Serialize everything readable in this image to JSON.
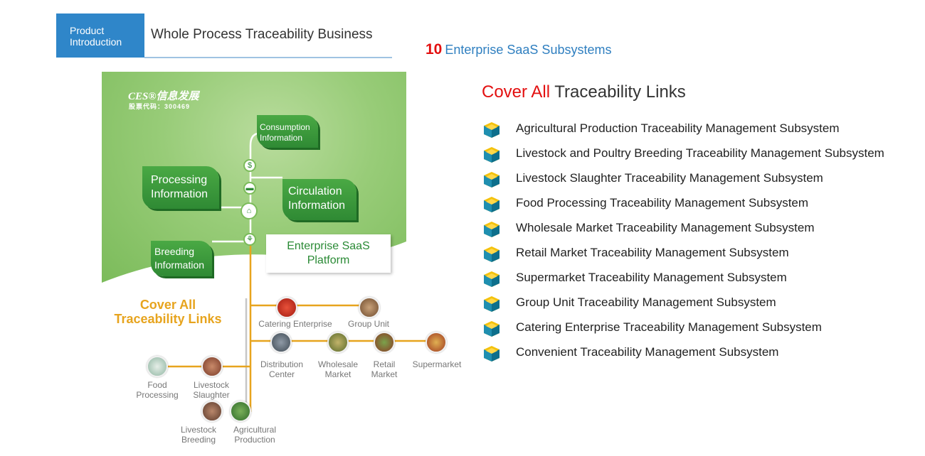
{
  "header": {
    "tab_label": "Product Introduction",
    "title": "Whole Process Traceability Business",
    "subsystems_count": "10",
    "subsystems_label": "Enterprise SaaS Subsystems"
  },
  "diagram": {
    "logo_brand": "CES®信息发展",
    "logo_code": "股票代码：300469",
    "tags": {
      "consumption": [
        "Consumption",
        "Information"
      ],
      "processing": [
        "Processing",
        "Information"
      ],
      "circulation": [
        "Circulation",
        "Information"
      ],
      "breeding": [
        "Breeding",
        "Information"
      ]
    },
    "platform": [
      "Enterprise SaaS",
      "Platform"
    ],
    "cover": [
      "Cover All",
      "Traceability Links"
    ],
    "nodes": {
      "catering": "Catering Enterprise",
      "group": "Group Unit",
      "distribution": [
        "Distribution",
        "Center"
      ],
      "wholesale": [
        "Wholesale",
        "Market"
      ],
      "retail": [
        "Retail",
        "Market"
      ],
      "supermarket": "Supermarket",
      "food_processing": [
        "Food",
        "Processing"
      ],
      "livestock_slaughter": [
        "Livestock",
        "Slaughter"
      ],
      "livestock_breeding": [
        "Livestock",
        "Breeding"
      ],
      "agricultural_production": [
        "Agricultural",
        "Production"
      ]
    },
    "colors": {
      "green": "#2f8a34",
      "line": "#e7a41e",
      "accent": "#e31010"
    }
  },
  "right": {
    "heading_highlight": "Cover All",
    "heading_rest": "Traceability Links",
    "items": [
      "Agricultural Production Traceability Management Subsystem",
      "Livestock and Poultry Breeding Traceability Management Subsystem",
      "Livestock Slaughter Traceability Management Subsystem",
      "Food Processing Traceability Management Subsystem",
      "Wholesale Market Traceability Management Subsystem",
      "Retail Market Traceability Management Subsystem",
      "Supermarket Traceability Management Subsystem",
      "Group Unit Traceability Management Subsystem",
      "Catering Enterprise Traceability Management Subsystem",
      "Convenient Traceability Management Subsystem"
    ]
  }
}
